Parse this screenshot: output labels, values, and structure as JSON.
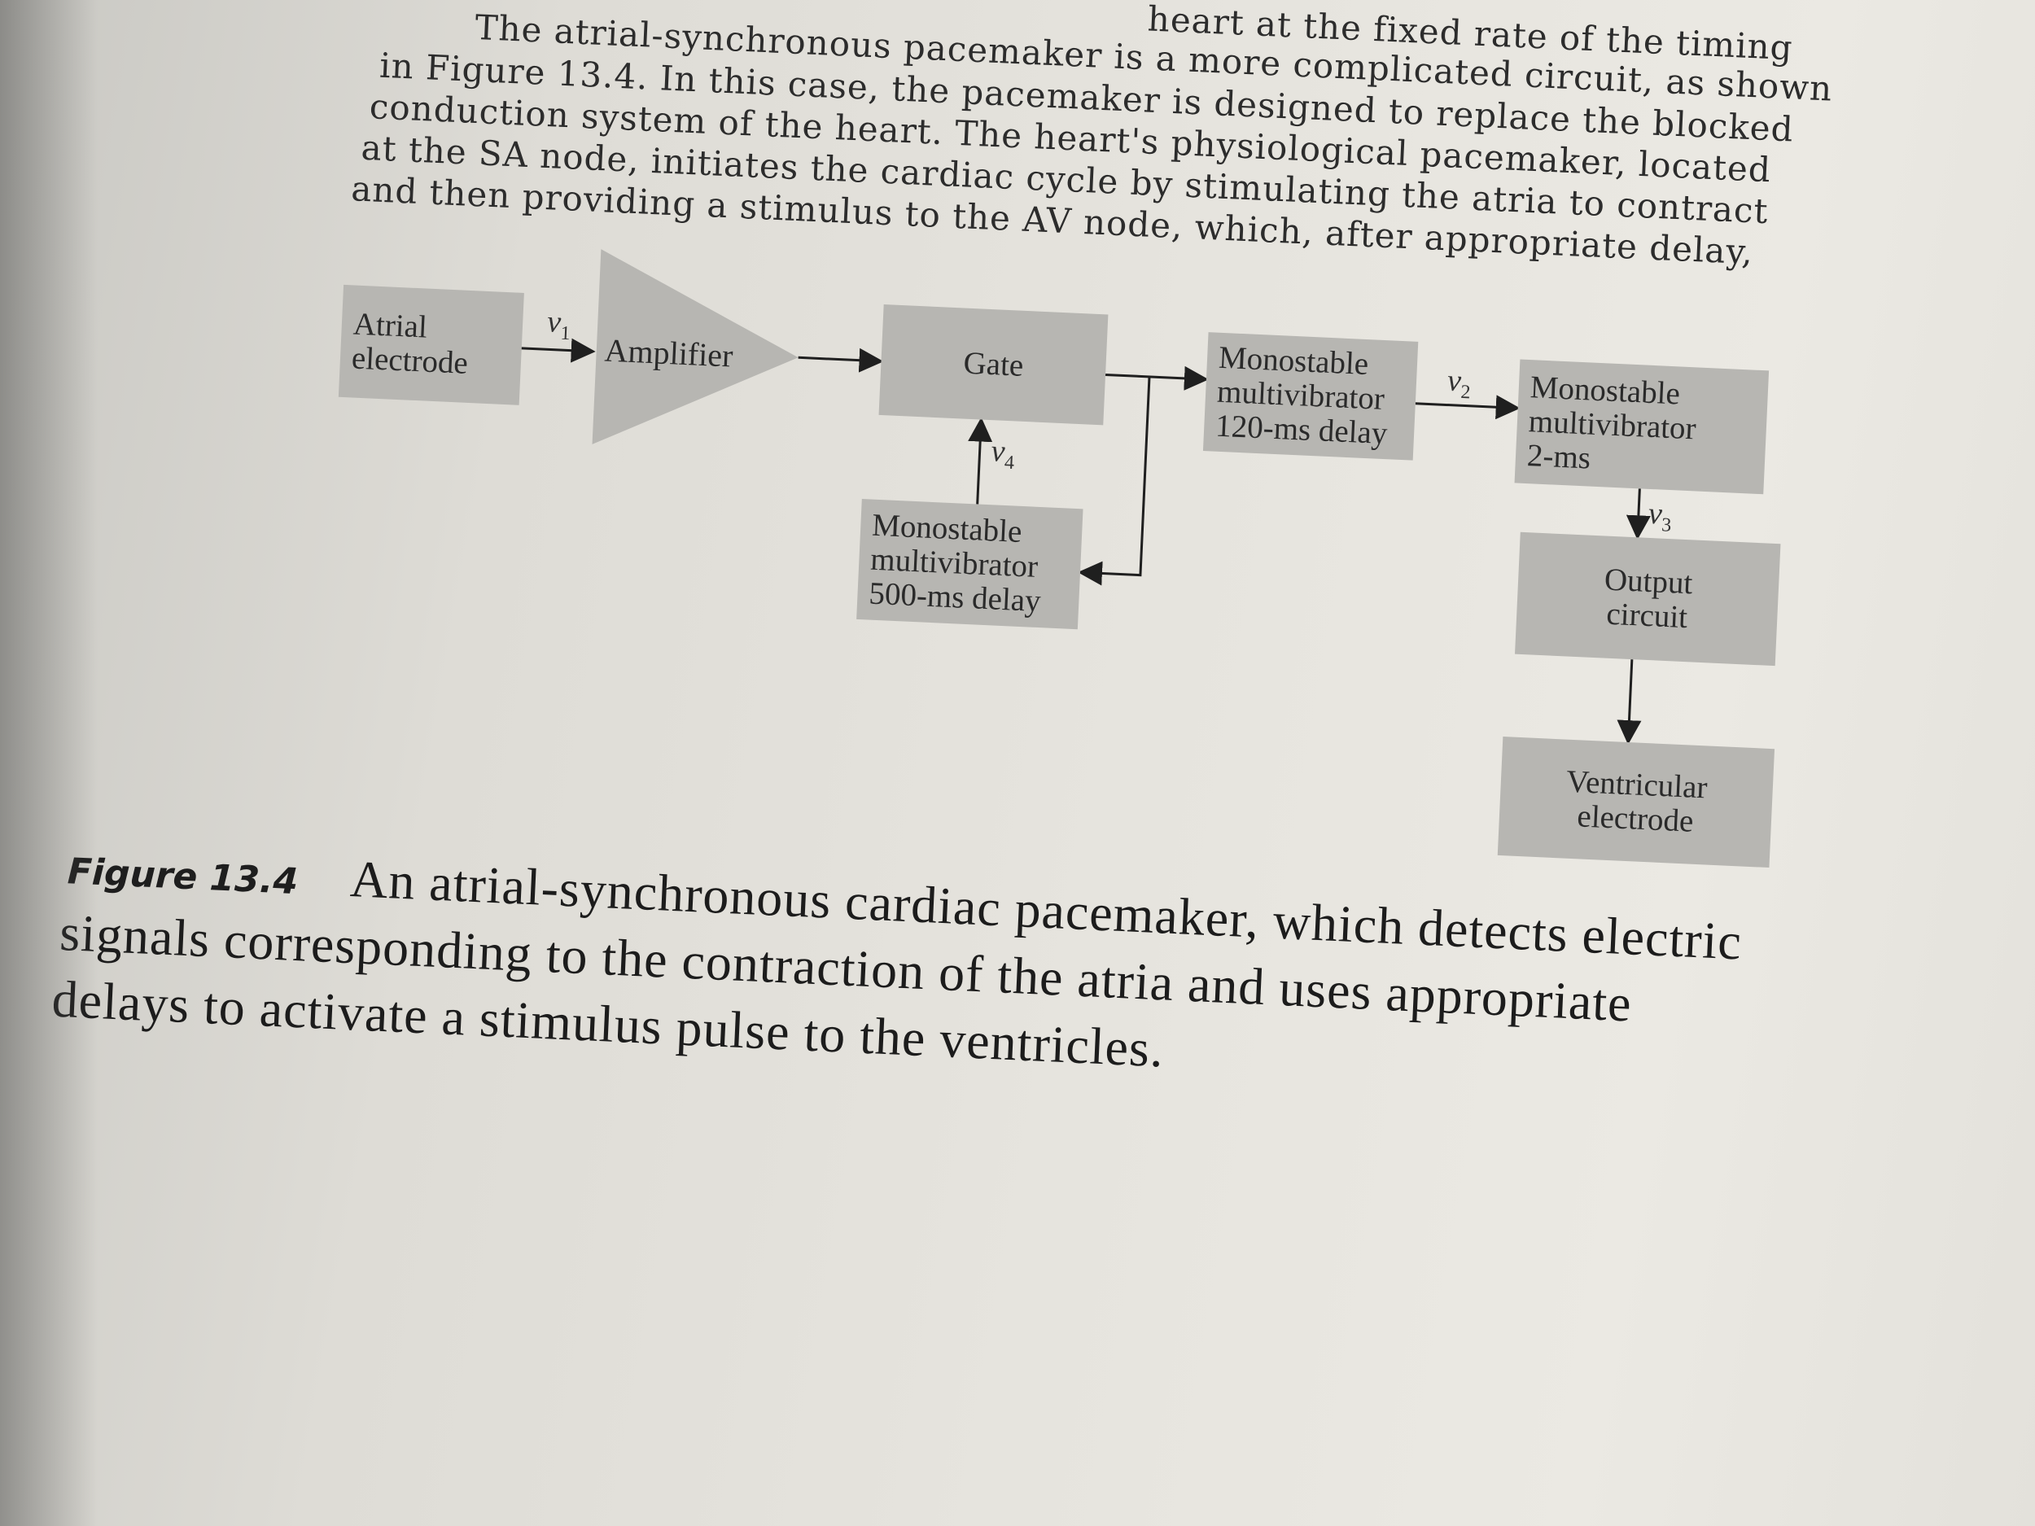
{
  "body_text": {
    "line0": "heart at the fixed rate of the timing",
    "line1": "The atrial-synchronous pacemaker is a more complicated circuit, as shown",
    "line2": "in Figure 13.4. In this case, the pacemaker is designed to replace the blocked",
    "line3": "conduction system of the heart. The heart's physiological pacemaker, located",
    "line4": "at the SA node, initiates the cardiac cycle by stimulating the atria to contract",
    "line5": "and then providing a stimulus to the AV node, which, after appropriate delay,"
  },
  "diagram": {
    "atrial_electrode": [
      "Atrial",
      "electrode"
    ],
    "amplifier": "Amplifier",
    "gate": "Gate",
    "mono_120": [
      "Monostable",
      "multivibrator",
      "120-ms delay"
    ],
    "mono_2": [
      "Monostable",
      "multivibrator",
      "2-ms"
    ],
    "mono_500": [
      "Monostable",
      "multivibrator",
      "500-ms delay"
    ],
    "output_circuit": [
      "Output",
      "circuit"
    ],
    "ventricular_electrode": [
      "Ventricular",
      "electrode"
    ],
    "signals": {
      "v1": {
        "base": "v",
        "sub": "1"
      },
      "v2": {
        "base": "v",
        "sub": "2"
      },
      "v3": {
        "base": "v",
        "sub": "3"
      },
      "v4": {
        "base": "v",
        "sub": "4"
      }
    }
  },
  "caption": {
    "label": "Figure 13.4",
    "line1": "An atrial-synchronous cardiac pacemaker, which detects electric",
    "line2": "signals corresponding to the contraction of the atria and uses appropriate",
    "line3": "delays to activate a stimulus pulse to the ventricles."
  },
  "colors": {
    "block_fill": "#b7b6b2",
    "ink": "#2a2a2a",
    "paper": "#e6e4de"
  }
}
